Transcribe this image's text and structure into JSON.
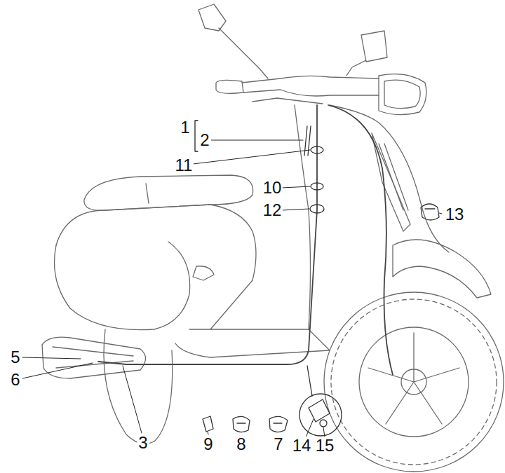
{
  "diagram": {
    "labels": [
      "1",
      "2",
      "11",
      "10",
      "13",
      "12",
      "5",
      "6",
      "3",
      "9",
      "8",
      "7",
      "14",
      "15"
    ]
  }
}
